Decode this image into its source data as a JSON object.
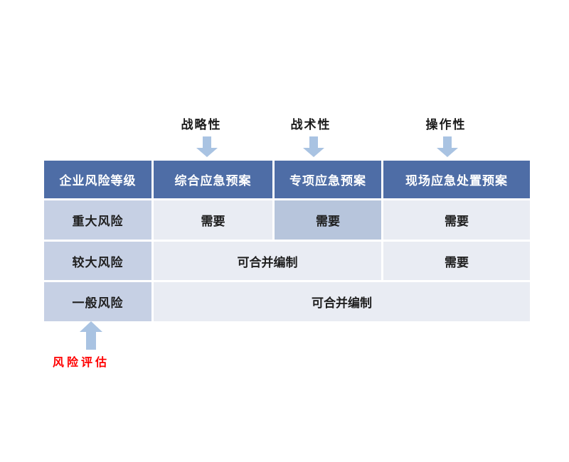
{
  "diagram": {
    "top_labels": [
      {
        "label": "战略性"
      },
      {
        "label": "战术性"
      },
      {
        "label": "操作性"
      }
    ],
    "table": {
      "headers": [
        "企业风险等级",
        "综合应急预案",
        "专项应急预案",
        "现场应急处置预案"
      ],
      "rows": [
        {
          "level": "重大风险",
          "cells": [
            "需要",
            "需要",
            "需要"
          ]
        },
        {
          "level": "较大风险",
          "merged_cell": "可合并编制",
          "cell": "需要"
        },
        {
          "level": "一般风险",
          "merged_cell": "可合并编制"
        }
      ]
    },
    "bottom_label": "风险评估",
    "colors": {
      "header_bg": "#4e6da6",
      "header_text": "#ffffff",
      "level_col_bg": "#c6d0e4",
      "cell_bg": "#e9ecf3",
      "highlight_cell_bg": "#b7c5dc",
      "arrow": "#a9c3e2",
      "bottom_label_text": "#ff0000"
    }
  }
}
